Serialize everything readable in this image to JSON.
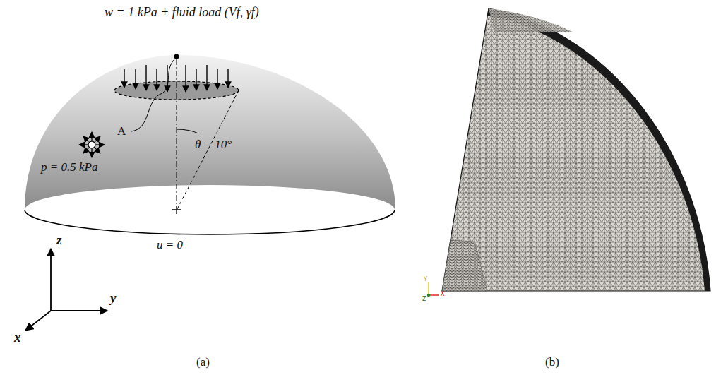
{
  "diagram": {
    "labels": [
      "w = 1 kPa + fluid load (Vf, γf)",
      "A",
      "θ = 10°",
      "p = 0.5 kPa",
      "u = 0",
      "z",
      "y",
      "x",
      "(a)",
      "(b)",
      "Y",
      "Z",
      "X"
    ]
  }
}
